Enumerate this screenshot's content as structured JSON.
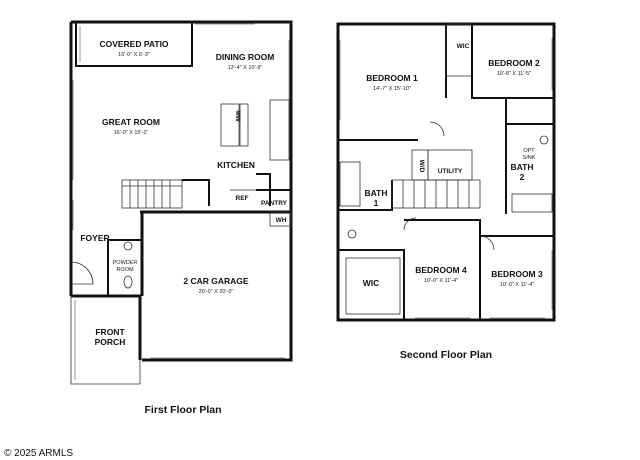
{
  "first_floor": {
    "caption": "First Floor Plan",
    "rooms": {
      "covered_patio": {
        "name": "COVERED PATIO",
        "dims": "16'-0\" X 6'-3\""
      },
      "dining_room": {
        "name": "DINING ROOM",
        "dims": "13'-4\" X 10'-9\""
      },
      "great_room": {
        "name": "GREAT ROOM",
        "dims": "16'-0\" X 15'-1\""
      },
      "kitchen": {
        "name": "KITCHEN"
      },
      "mw": {
        "name": "MW"
      },
      "ref": {
        "name": "REF"
      },
      "pantry": {
        "name": "PANTRY"
      },
      "wh": {
        "name": "WH"
      },
      "foyer": {
        "name": "FOYER"
      },
      "powder_room": {
        "name": "POWDER ROOM"
      },
      "garage": {
        "name": "2 CAR GARAGE",
        "dims": "20'-0\" X 20'-0\""
      },
      "front_porch": {
        "name": "FRONT PORCH"
      }
    }
  },
  "second_floor": {
    "caption": "Second Floor Plan",
    "rooms": {
      "bedroom1": {
        "name": "BEDROOM 1",
        "dims": "14'-7\" X 15'-10\""
      },
      "wic_top": {
        "name": "WIC"
      },
      "bedroom2": {
        "name": "BEDROOM 2",
        "dims": "10'-8\" X 11'-5\""
      },
      "utility": {
        "name": "UTILITY"
      },
      "wd": {
        "name": "W/D"
      },
      "opt_sink": {
        "name": "OPT SINK"
      },
      "bath2": {
        "name": "BATH 2"
      },
      "bath1": {
        "name": "BATH 1"
      },
      "wic_bottom": {
        "name": "WIC"
      },
      "bedroom4": {
        "name": "BEDROOM 4",
        "dims": "10'-0\" X 11'-4\""
      },
      "bedroom3": {
        "name": "BEDROOM 3",
        "dims": "10'-0\" X 11'-4\""
      }
    }
  },
  "copyright": "2025 ARMLS"
}
